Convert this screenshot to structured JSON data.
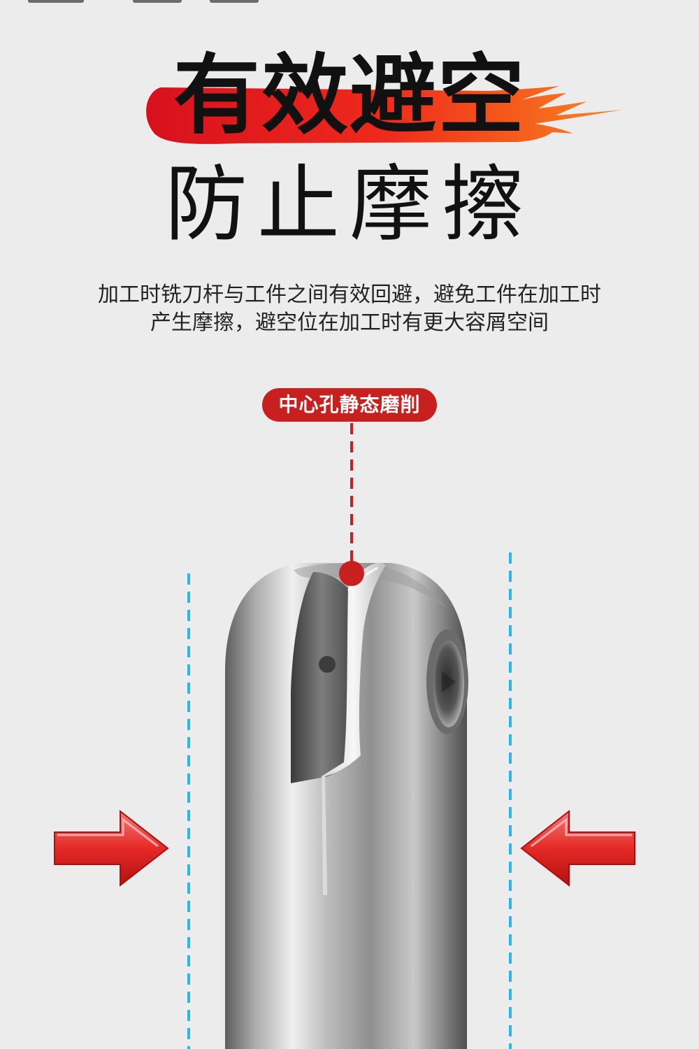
{
  "headline": {
    "line1": "有效避空",
    "line2": "防止摩擦"
  },
  "description": {
    "line1": "加工时铣刀杆与工件之间有效回避，避免工件在加工时",
    "line2": "产生摩擦，避空位在加工时有更大容屑空间"
  },
  "callout": {
    "label": "中心孔静态磨削"
  },
  "colors": {
    "accent_red": "#c8201f",
    "guide_blue": "#29b6e8",
    "background": "#ececec"
  },
  "icons": [
    "flame-swoosh",
    "arrow-right",
    "arrow-left",
    "guide-line"
  ]
}
